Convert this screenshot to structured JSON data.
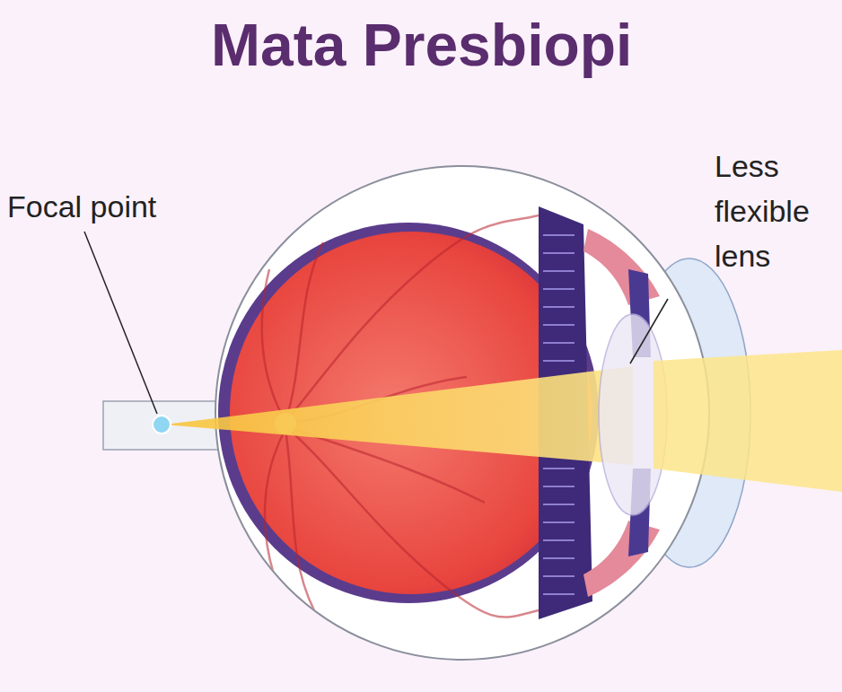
{
  "diagram": {
    "title": "Mata Presbiopi",
    "labels": [
      "Focal point",
      "Less flexible lens"
    ]
  }
}
